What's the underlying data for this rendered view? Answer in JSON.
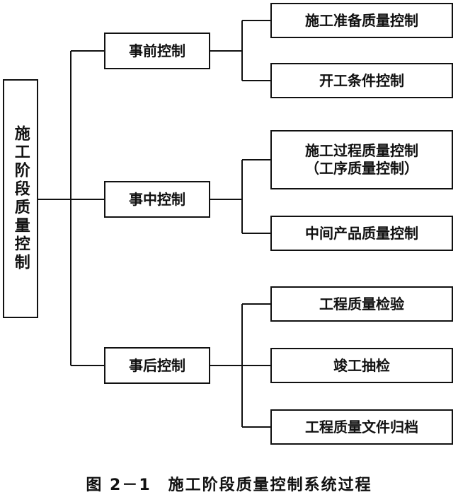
{
  "root": {
    "label": "施工阶段质量控制"
  },
  "phases": [
    {
      "label": "事前控制",
      "items": [
        {
          "label": "施工准备质量控制"
        },
        {
          "label": "开工条件控制"
        }
      ]
    },
    {
      "label": "事中控制",
      "items": [
        {
          "label": "施工过程质量控制",
          "sub": "（工序质量控制）"
        },
        {
          "label": "中间产品质量控制"
        }
      ]
    },
    {
      "label": "事后控制",
      "items": [
        {
          "label": "工程质量检验"
        },
        {
          "label": "竣工抽检"
        },
        {
          "label": "工程质量文件归档"
        }
      ]
    }
  ],
  "caption": "图 2－1　施工阶段质量控制系统过程"
}
